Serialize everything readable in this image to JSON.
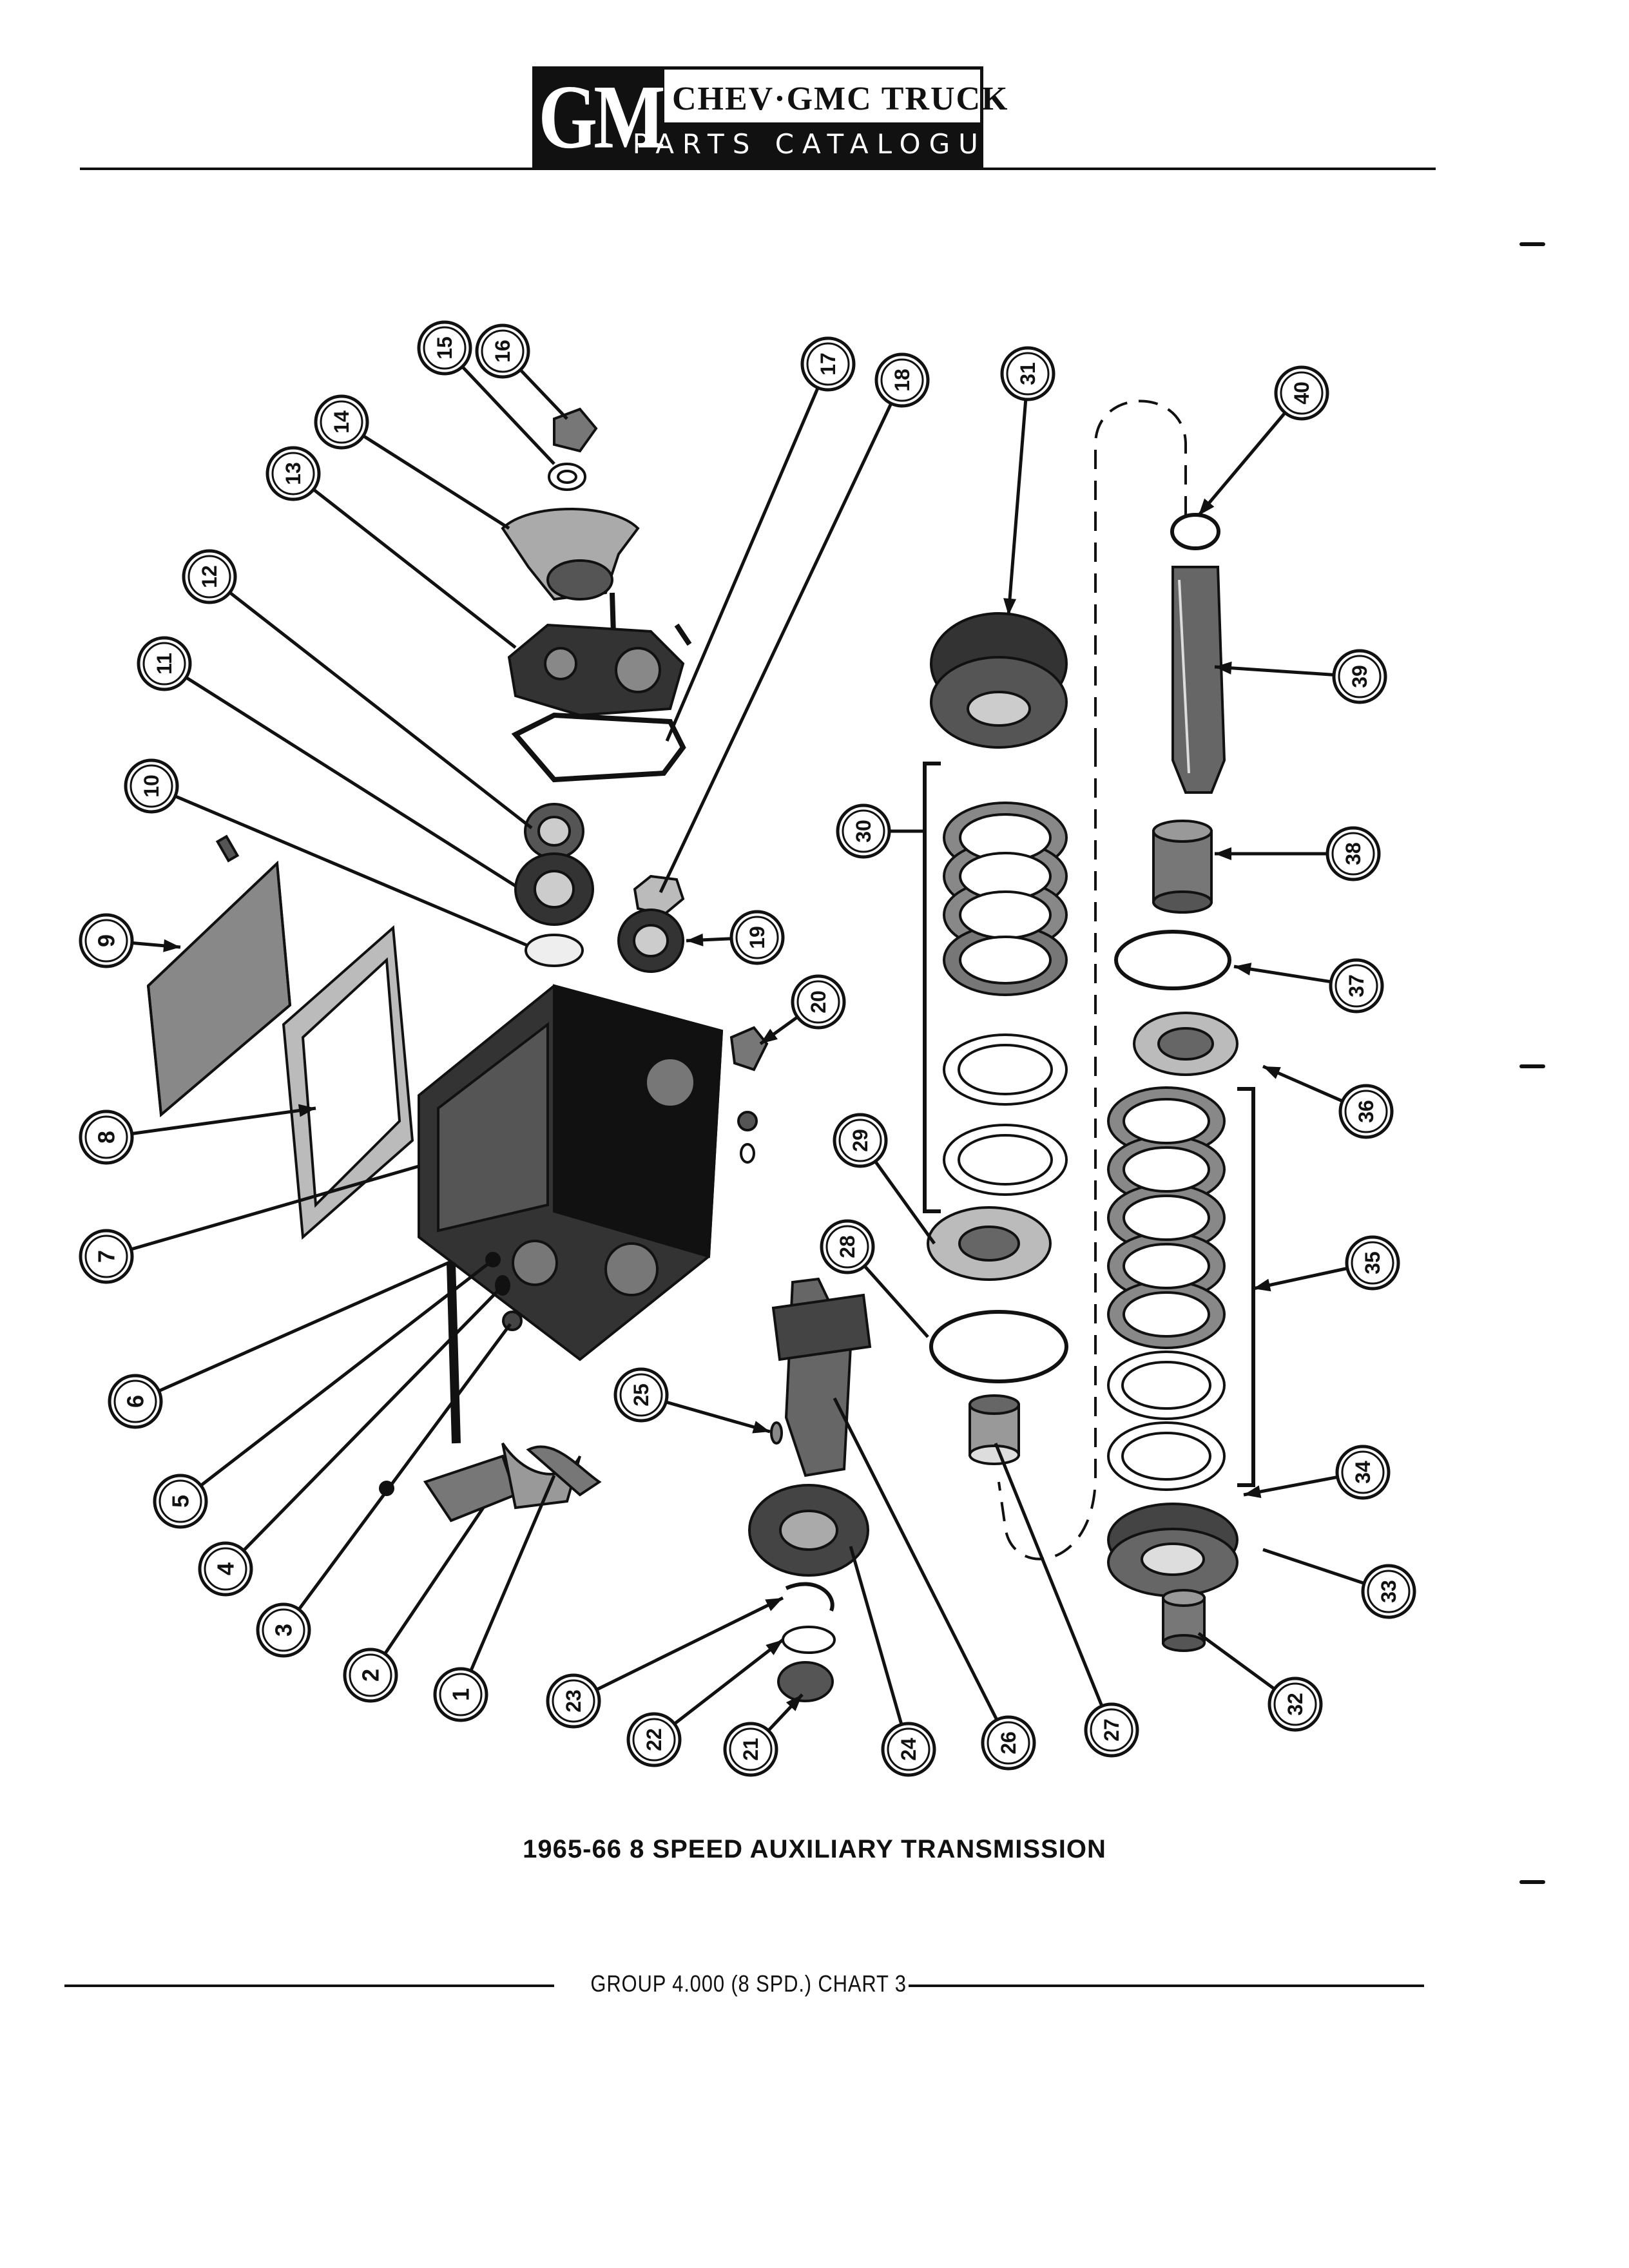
{
  "header": {
    "logo_text": "GM",
    "brand_title": "CHEV·GMC TRUCK",
    "brand_subtitle": "PARTS CATALOGUE"
  },
  "diagram": {
    "callouts": [
      "1",
      "2",
      "3",
      "4",
      "5",
      "6",
      "7",
      "8",
      "9",
      "10",
      "11",
      "12",
      "13",
      "14",
      "15",
      "16",
      "17",
      "18",
      "19",
      "20",
      "21",
      "22",
      "23",
      "24",
      "25",
      "26",
      "27",
      "28",
      "29",
      "30",
      "31",
      "32",
      "33",
      "34",
      "35",
      "36",
      "37",
      "38",
      "39",
      "40"
    ]
  },
  "caption": "1965-66 8 SPEED AUXILIARY TRANSMISSION",
  "footer": {
    "text": "GROUP 4.000 (8 SPD.) CHART 3"
  }
}
